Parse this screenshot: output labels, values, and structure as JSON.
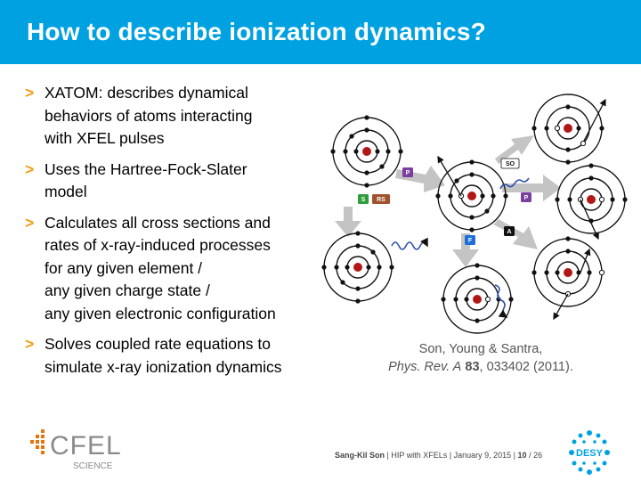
{
  "slide": {
    "title": "How to describe ionization dynamics?",
    "bullets": [
      {
        "lines": [
          "XATOM: describes dynamical",
          "behaviors of atoms interacting",
          "with XFEL pulses"
        ]
      },
      {
        "lines": [
          "Uses the Hartree-Fock-Slater",
          "model"
        ]
      },
      {
        "lines": [
          "Calculates all cross sections and",
          "rates of x-ray-induced processes",
          "for any given element /",
          "any given charge state /",
          "any given electronic configuration"
        ]
      },
      {
        "lines": [
          "Solves coupled rate equations to",
          "simulate x-ray ionization dynamics"
        ]
      }
    ],
    "bullet_marker": ">"
  },
  "diagram": {
    "labels": {
      "P1": "P",
      "S": "S",
      "RS": "RS",
      "SO": "SO",
      "P2": "P",
      "A": "A",
      "F": "F"
    },
    "colors": {
      "P": "#7b3fa0",
      "S": "#2e9d3a",
      "RS": "#a0522d",
      "SO": "#ffffff",
      "A": "#111111",
      "F": "#1e6fd9",
      "nucleus": "#b01818",
      "photon": "#2d4fb0",
      "arrow": "#bbbbbb"
    }
  },
  "citation": {
    "authors": "Son, Young & Santra,",
    "journal": "Phys. Rev. A",
    "volume": "83",
    "pages": ", 033402 (2011)."
  },
  "footer": {
    "author": "Sang-Kil Son",
    "sep1": "|",
    "event": "HIP with XFELs",
    "sep2": "|",
    "date": "January 9, 2015",
    "sep3": "|",
    "page": "10",
    "total": "/ 26"
  },
  "logos": {
    "cfel_text": "CFEL",
    "cfel_sub": "SCIENCE",
    "desy_text": "DESY"
  },
  "colors": {
    "header": "#00a1e1",
    "bullet": "#f39c12",
    "cfel_orange": "#e8730c",
    "cfel_gray": "#8a8a8a"
  }
}
